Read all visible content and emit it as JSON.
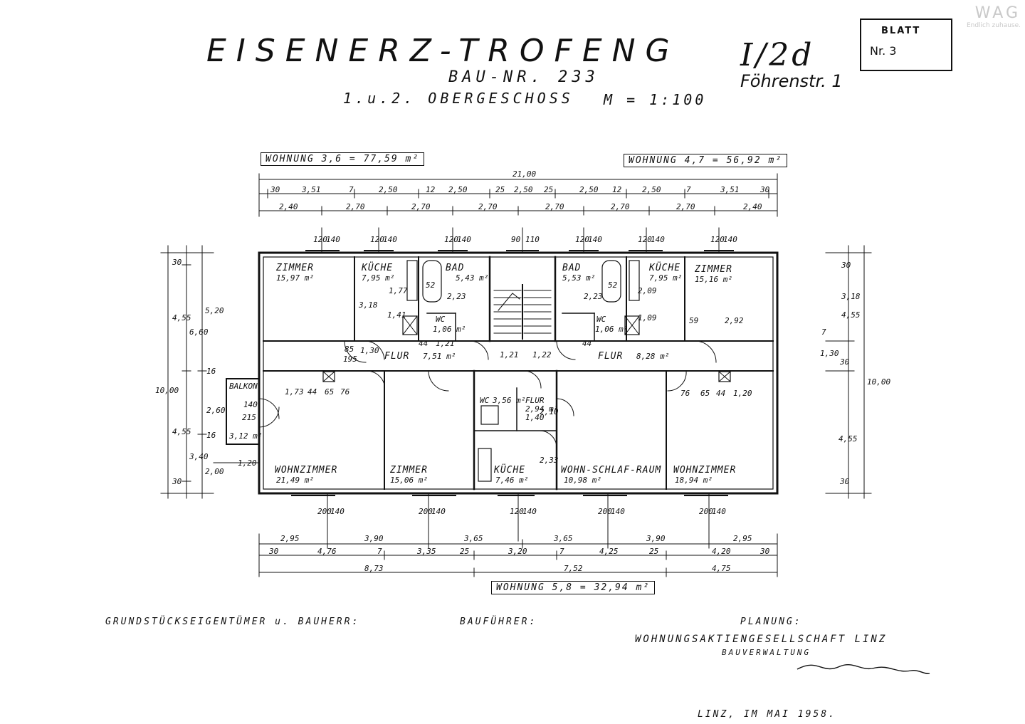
{
  "header": {
    "title": "EISENERZ-TROFENG",
    "sheet_ref": "I/2d",
    "address": "Föhrenstr. 1",
    "building_no": "BAU-NR. 233",
    "floor": "1.u.2. OBERGESCHOSS",
    "scale": "M = 1:100"
  },
  "blatt": {
    "label": "BLATT",
    "number": "Nr. 3"
  },
  "logo": {
    "mark": "WAG",
    "slogan": "Endlich zuhause."
  },
  "units": {
    "u36": "WOHNUNG 3,6 = 77,59 m²",
    "u47": "WOHNUNG 4,7 = 56,92 m²",
    "u58": "WOHNUNG 5,8 = 32,94 m²"
  },
  "rooms": {
    "zimmer_l": {
      "name": "ZIMMER",
      "area": "15,97 m²"
    },
    "kueche_l": {
      "name": "KÜCHE",
      "area": "7,95 m²"
    },
    "bad_l": {
      "name": "BAD",
      "area": "5,43 m²"
    },
    "wc_l": {
      "name": "WC",
      "area": "1,06 m²"
    },
    "flur_l": {
      "name": "FLUR",
      "area": "7,51 m²"
    },
    "bad_r": {
      "name": "BAD",
      "area": "5,53 m²"
    },
    "wc_r": {
      "name": "WC",
      "area": "1,06 m²"
    },
    "kueche_r": {
      "name": "KÜCHE",
      "area": "7,95 m²"
    },
    "zimmer_r": {
      "name": "ZIMMER",
      "area": "15,16 m²"
    },
    "flur_r": {
      "name": "FLUR",
      "area": "8,28 m²"
    },
    "balkon": {
      "name": "BALKON",
      "area": "3,12 m²"
    },
    "wohnzimmer_l": {
      "name": "WOHNZIMMER",
      "area": "21,49 m²"
    },
    "zimmer_m": {
      "name": "ZIMMER",
      "area": "15,06 m²"
    },
    "wc_m": {
      "name": "WC",
      "area": "3,56 m²"
    },
    "flur_m": {
      "name": "FLUR",
      "area": "2,94 m²"
    },
    "kueche_m": {
      "name": "KÜCHE",
      "area": "7,46 m²"
    },
    "wohnschlaf": {
      "name": "WOHN-SCHLAF-RAUM",
      "area": "10,98 m²"
    },
    "wohnzimmer_r": {
      "name": "WOHNZIMMER",
      "area": "18,94 m²"
    }
  },
  "dims": {
    "overall": "21,00",
    "top_row1": [
      "30",
      "3,51",
      "7",
      "2,50",
      "12",
      "2,50",
      "25",
      "2,50",
      "25",
      "2,50",
      "12",
      "2,50",
      "7",
      "3,51",
      "30"
    ],
    "top_row2": [
      "2,40",
      "2,70",
      "2,70",
      "2,70",
      "2,70",
      "2,70",
      "2,70",
      "2,40"
    ],
    "window_top": [
      "120",
      "140",
      "120",
      "140",
      "120",
      "140",
      "90",
      "110",
      "120",
      "140",
      "120",
      "140",
      "120",
      "140"
    ],
    "left": [
      "10,00",
      "30",
      "4,55",
      "6,60",
      "5,20",
      "16",
      "2,60",
      "4,55",
      "16",
      "3,40",
      "2,00",
      "30"
    ],
    "right": [
      "10,00",
      "30",
      "3,18",
      "4,55",
      "1,30",
      "7",
      "30",
      "4,55",
      "30"
    ],
    "bottom_row1": [
      "2,95",
      "3,90",
      "3,65",
      "3,65",
      "3,90",
      "2,95"
    ],
    "bottom_row2": [
      "30",
      "4,76",
      "7",
      "3,35",
      "25",
      "3,20",
      "7",
      "4,25",
      "25",
      "4,20",
      "30"
    ],
    "bottom_row3": [
      "8,73",
      "7,52",
      "4,75"
    ],
    "window_bottom": [
      "200",
      "140",
      "200",
      "140",
      "120",
      "140",
      "200",
      "140",
      "200",
      "140"
    ],
    "misc": [
      "1,73",
      "44",
      "65",
      "76",
      "140",
      "215",
      "1,20",
      "76",
      "65",
      "44",
      "1,20",
      "59",
      "2,92",
      "1,21",
      "1,22",
      "1,30",
      "44",
      "1,21",
      "44",
      "2,23",
      "2,23",
      "3,18",
      "1,77",
      "1,41",
      "2,09",
      "1,09",
      "2,33",
      "1,40",
      "2,10",
      "52",
      "52",
      "85",
      "195"
    ]
  },
  "footer": {
    "owner": "GRUNDSTÜCKSEIGENTÜMER u. BAUHERR:",
    "contractor": "BAUFÜHRER:",
    "planning_label": "PLANUNG:",
    "planning_company": "WOHNUNGSAKTIENGESELLSCHAFT LINZ",
    "planning_dept": "BAUVERWALTUNG",
    "place_date": "LINZ, IM MAI 1958."
  }
}
